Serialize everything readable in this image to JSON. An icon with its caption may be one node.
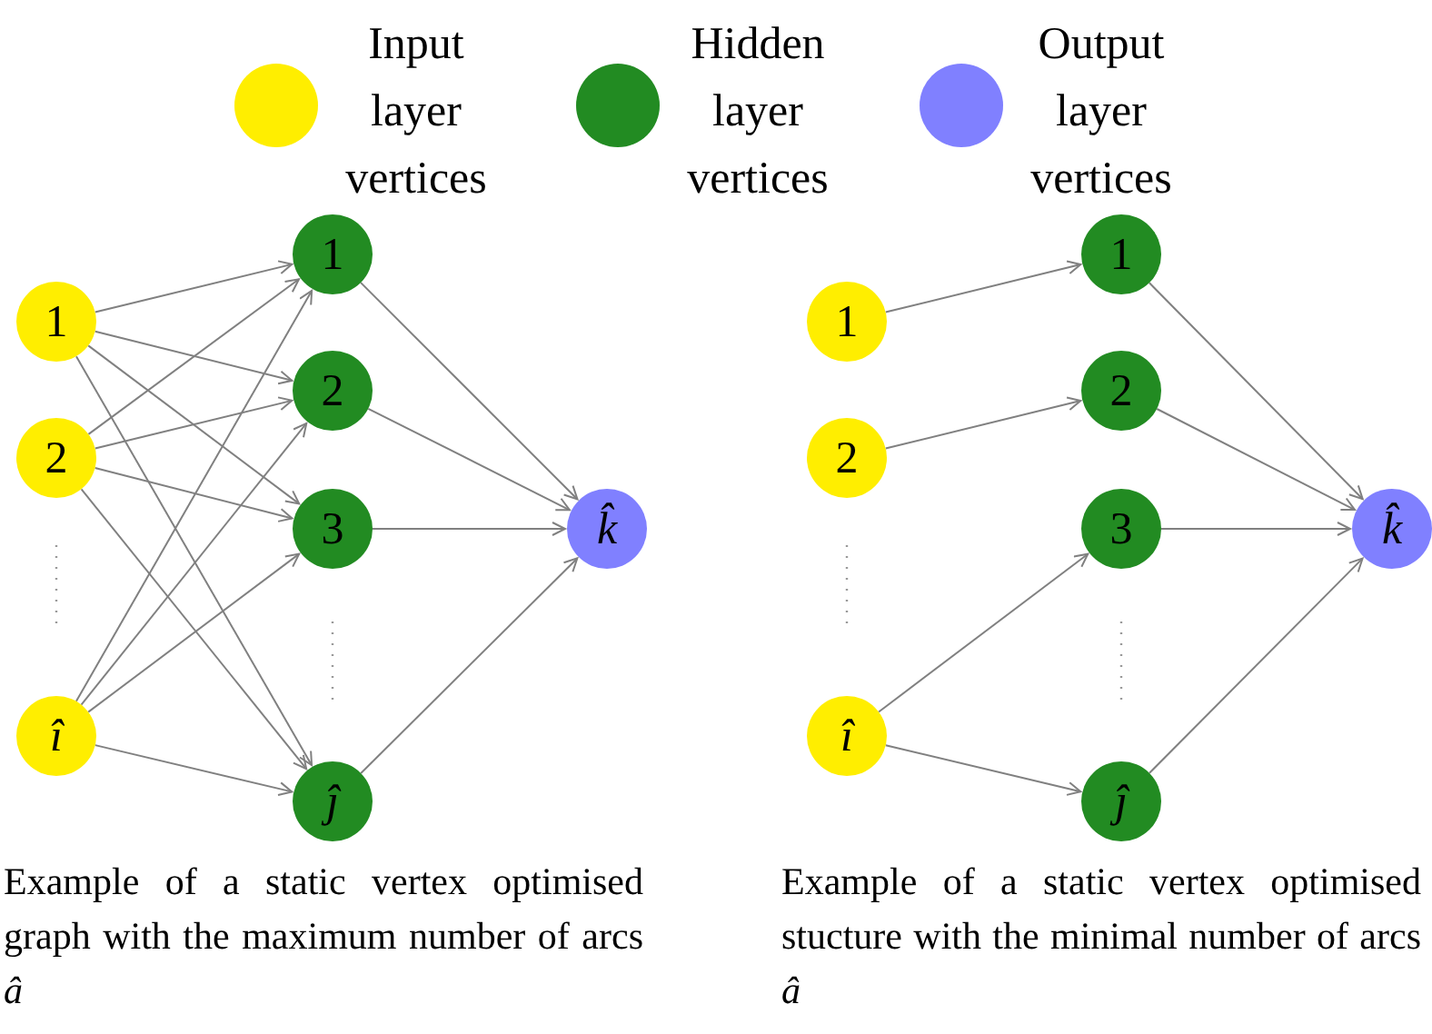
{
  "diagram": {
    "nodes": [
      {
        "text": [
          "1"
        ]
      },
      {
        "text": [
          "2"
        ]
      },
      {
        "text": [
          "î"
        ]
      },
      {
        "text": [
          "1"
        ]
      },
      {
        "text": [
          "2"
        ]
      },
      {
        "text": [
          "3"
        ]
      },
      {
        "text": [
          "ĵ"
        ]
      },
      {
        "text": [
          "k̂"
        ]
      },
      {
        "text": [
          "1"
        ]
      },
      {
        "text": [
          "2"
        ]
      },
      {
        "text": [
          "î"
        ]
      },
      {
        "text": [
          "1"
        ]
      },
      {
        "text": [
          "2"
        ]
      },
      {
        "text": [
          "3"
        ]
      },
      {
        "text": [
          "ĵ"
        ]
      },
      {
        "text": [
          "k̂"
        ]
      }
    ],
    "edges": [
      {
        "from": 0,
        "to": 3,
        "arrow": "to"
      },
      {
        "from": 0,
        "to": 4,
        "arrow": "to"
      },
      {
        "from": 0,
        "to": 5,
        "arrow": "to"
      },
      {
        "from": 0,
        "to": 6,
        "arrow": "to"
      },
      {
        "from": 1,
        "to": 3,
        "arrow": "to"
      },
      {
        "from": 1,
        "to": 4,
        "arrow": "to"
      },
      {
        "from": 1,
        "to": 5,
        "arrow": "to"
      },
      {
        "from": 1,
        "to": 6,
        "arrow": "to"
      },
      {
        "from": 2,
        "to": 3,
        "arrow": "to"
      },
      {
        "from": 2,
        "to": 4,
        "arrow": "to"
      },
      {
        "from": 2,
        "to": 5,
        "arrow": "to"
      },
      {
        "from": 2,
        "to": 6,
        "arrow": "to"
      },
      {
        "from": 3,
        "to": 7,
        "arrow": "to"
      },
      {
        "from": 4,
        "to": 7,
        "arrow": "to"
      },
      {
        "from": 5,
        "to": 7,
        "arrow": "to"
      },
      {
        "from": 6,
        "to": 7,
        "arrow": "to"
      },
      {
        "from": 8,
        "to": 11,
        "arrow": "to"
      },
      {
        "from": 9,
        "to": 12,
        "arrow": "to"
      },
      {
        "from": 10,
        "to": 13,
        "arrow": "to"
      },
      {
        "from": 10,
        "to": 14,
        "arrow": "to"
      },
      {
        "from": 11,
        "to": 15,
        "arrow": "to"
      },
      {
        "from": 12,
        "to": 15,
        "arrow": "to"
      },
      {
        "from": 13,
        "to": 15,
        "arrow": "to"
      },
      {
        "from": 14,
        "to": 15,
        "arrow": "to"
      }
    ],
    "labels": [
      "Example of a static vertex optimised graph with the maximum number of arcs *â*",
      "Example of a static vertex optimised stucture with the minimal number of arcs *â*"
    ],
    "legend": [
      {
        "text": "Input layer vertices",
        "color": "#ffee00"
      },
      {
        "text": "Hidden layer vertices",
        "color": "#228b22"
      },
      {
        "text": "Output layer vertices",
        "color": "#8080ff"
      }
    ]
  }
}
